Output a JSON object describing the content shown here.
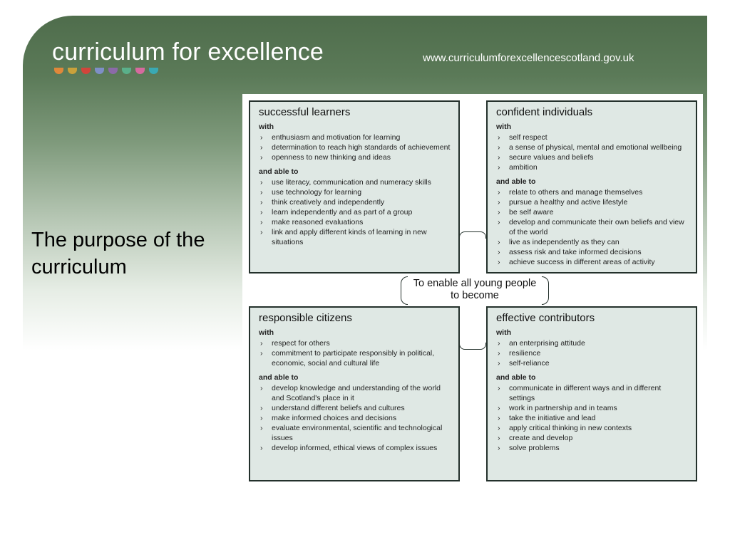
{
  "header": {
    "brand": "curriculum for excellence",
    "url": "www.curriculumforexcellencescotland.gov.uk",
    "dot_colors": [
      "#e0883a",
      "#c9a13b",
      "#d1453b",
      "#7e8fc7",
      "#8b6aa8",
      "#5ab08a",
      "#d66a9e",
      "#3aa9b3"
    ]
  },
  "purpose_text": "The purpose of the curriculum",
  "center_text": "To enable all young people to become",
  "boxes": {
    "successful": {
      "title": "successful learners",
      "with_label": "with",
      "with_items": [
        "enthusiasm and motivation for learning",
        "determination to reach high standards of achievement",
        "openness to new thinking and ideas"
      ],
      "able_label": "and able to",
      "able_items": [
        "use literacy, communication and numeracy skills",
        "use technology for learning",
        "think creatively and independently",
        "learn independently and as part of a group",
        "make reasoned evaluations",
        "link and apply different kinds of learning in new situations"
      ]
    },
    "confident": {
      "title": "confident individuals",
      "with_label": "with",
      "with_items": [
        "self respect",
        "a sense of physical, mental and emotional wellbeing",
        "secure values and beliefs",
        "ambition"
      ],
      "able_label": "and able to",
      "able_items": [
        "relate to others and manage themselves",
        "pursue a healthy and active lifestyle",
        "be self aware",
        "develop and communicate their own beliefs and view of the world",
        "live as independently as they can",
        "assess risk and take informed decisions",
        "achieve success in different areas of activity"
      ]
    },
    "responsible": {
      "title": "responsible citizens",
      "with_label": "with",
      "with_items": [
        "respect for others",
        "commitment to participate responsibly in political, economic, social and cultural life"
      ],
      "able_label": "and able to",
      "able_items": [
        "develop knowledge and understanding of the world and Scotland's place in it",
        "understand different beliefs and cultures",
        "make informed choices and decisions",
        "evaluate environmental, scientific and technological issues",
        "develop informed, ethical views of complex issues"
      ]
    },
    "effective": {
      "title": "effective contributors",
      "with_label": "with",
      "with_items": [
        "an enterprising attitude",
        "resilience",
        "self-reliance"
      ],
      "able_label": "and able to",
      "able_items": [
        "communicate in different ways and in different settings",
        "work in partnership and in teams",
        "take the initiative and lead",
        "apply critical thinking in new contexts",
        "create and develop",
        "solve problems"
      ]
    }
  }
}
